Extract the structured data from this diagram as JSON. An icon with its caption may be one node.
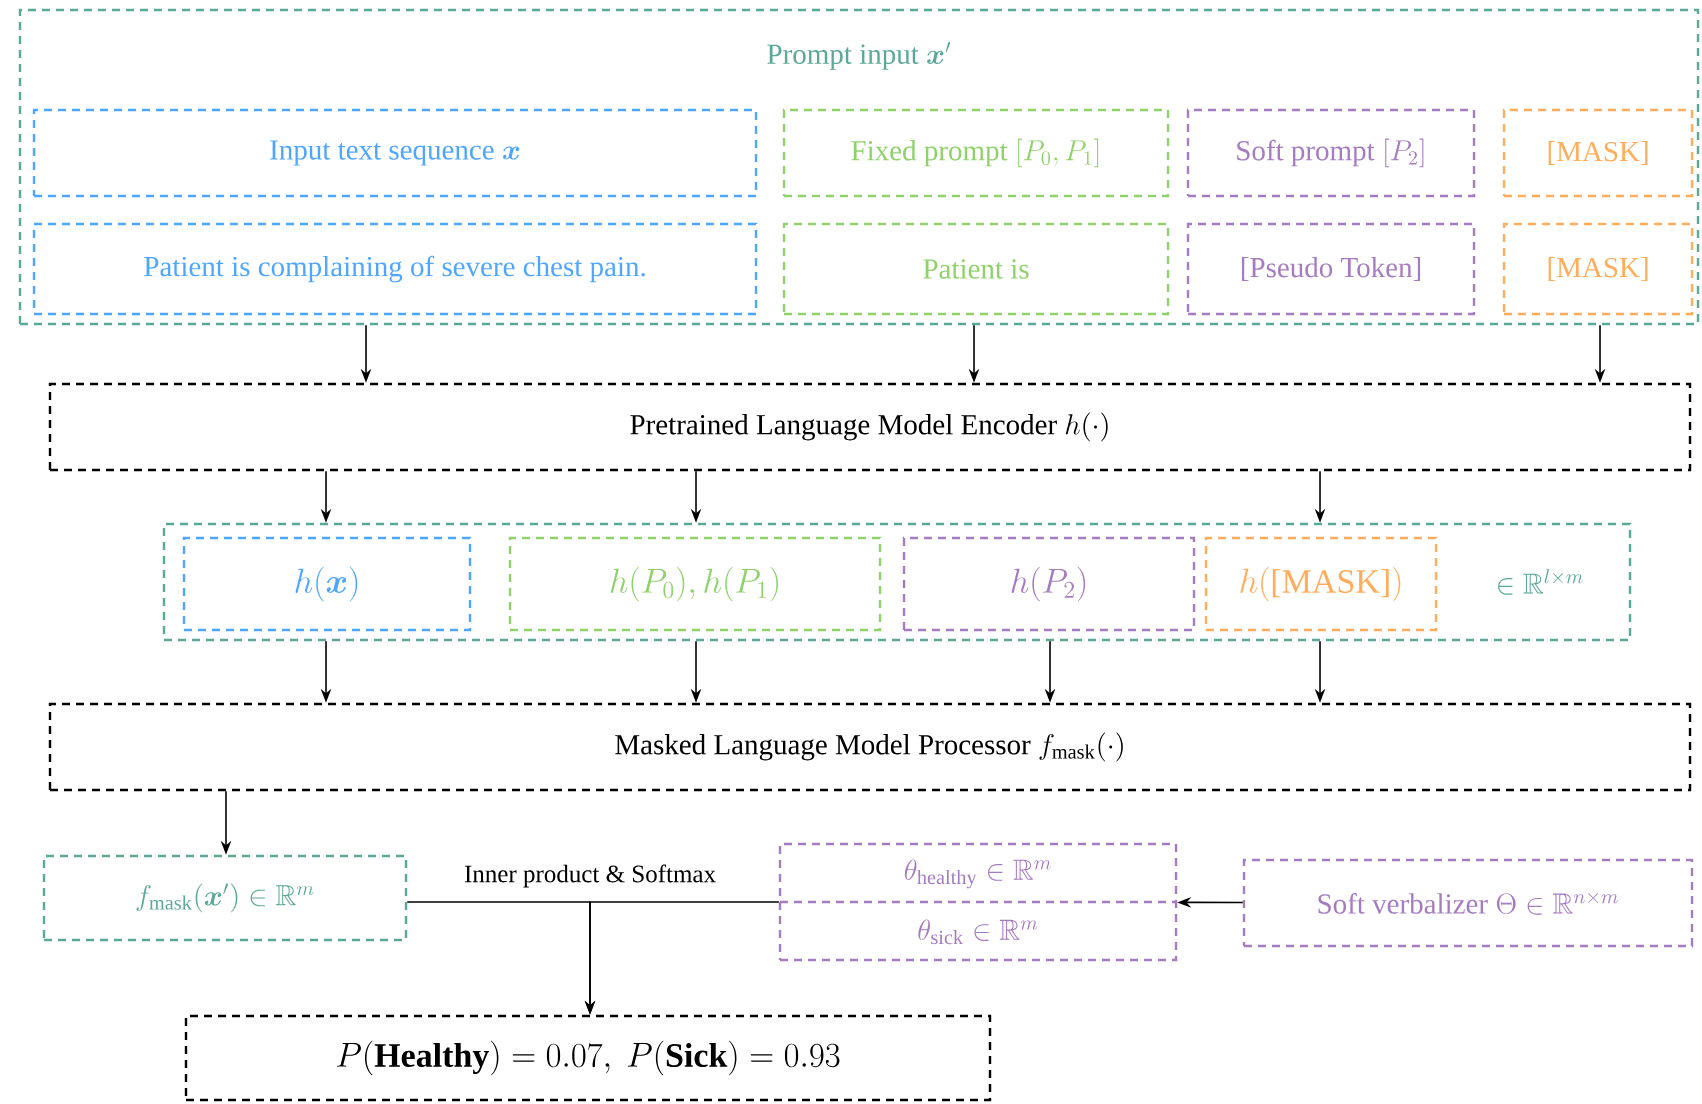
{
  "diagram": {
    "nodes": [
      {
        "text": [
          "\\text{Prompt input } \\boldsymbol{x}'"
        ]
      },
      {
        "text": [
          "\\text{Input text sequence } \\boldsymbol{x}"
        ],
        "in": 0
      },
      {
        "text": [
          "\\text{Fixed prompt } [P_0, P_1]"
        ],
        "in": 0
      },
      {
        "text": [
          "\\text{Soft prompt } [P_2]"
        ],
        "in": 0
      },
      {
        "text": [
          "[MASK]"
        ],
        "in": 0
      },
      {
        "text": [
          "Patient is complaining of severe chest pain."
        ],
        "in": 0
      },
      {
        "text": [
          "Patient is"
        ],
        "in": 0
      },
      {
        "text": [
          "[Pseudo Token]"
        ],
        "in": 0
      },
      {
        "text": [
          "[MASK]"
        ],
        "in": 0
      },
      {
        "text": [
          "\\text{Pretrained Language Model Encoder } h(\\cdot)"
        ]
      },
      {
        "text": [
          "\\in \\mathbb{R}^{l\\times m}"
        ]
      },
      {
        "text": [
          "h(\\boldsymbol{x})"
        ],
        "in": 10
      },
      {
        "text": [
          "h(P_0), h(P_1)"
        ],
        "in": 10
      },
      {
        "text": [
          "h(P_2)"
        ],
        "in": 10
      },
      {
        "text": [
          "h(\\text{[MASK]})"
        ],
        "in": 10
      },
      {
        "text": [
          "\\text{Masked Language Model Processor } f_{\\text{mask}}(\\cdot)"
        ]
      },
      {
        "text": [
          "f_{\\text{mask}}(\\boldsymbol{x}') \\in \\mathbb{R}^m"
        ]
      },
      {
        "text": [
          "\\theta_{\\text{healthy}} \\in \\mathbb{R}^m",
          "\\theta_{\\text{sick}} \\in \\mathbb{R}^m"
        ]
      },
      {
        "text": [
          "\\text{Soft verbalizer } \\Theta \\in \\mathbb{R}^{n\\times m}"
        ]
      },
      {
        "text": [
          "P(\\textbf{Healthy}) = 0.07,\\ P(\\textbf{Sick}) = 0.93"
        ]
      }
    ],
    "edges": [
      {
        "from": 0,
        "to": 9,
        "arrow": "to"
      },
      {
        "from": 0,
        "to": 9,
        "arrow": "to"
      },
      {
        "from": 0,
        "to": 9,
        "arrow": "to"
      },
      {
        "from": 9,
        "to": 10,
        "arrow": "to"
      },
      {
        "from": 9,
        "to": 10,
        "arrow": "to"
      },
      {
        "from": 9,
        "to": 10,
        "arrow": "to"
      },
      {
        "from": 10,
        "to": 15,
        "arrow": "to"
      },
      {
        "from": 10,
        "to": 15,
        "arrow": "to"
      },
      {
        "from": 10,
        "to": 15,
        "arrow": "to"
      },
      {
        "from": 10,
        "to": 15,
        "arrow": "to"
      },
      {
        "from": 15,
        "to": 16,
        "arrow": "to"
      },
      {
        "from": 18,
        "to": 17,
        "arrow": "to"
      },
      {
        "from": 16,
        "to": 19,
        "arrow": "to",
        "label": "Inner product & Softmax"
      },
      {
        "from": 17,
        "to": 19,
        "arrow": "to"
      }
    ]
  }
}
